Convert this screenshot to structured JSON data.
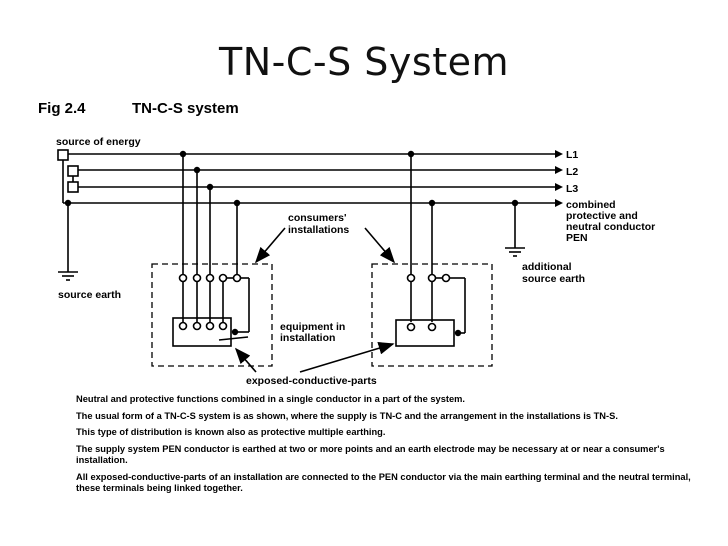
{
  "slide": {
    "title": "TN-C-S  System"
  },
  "figure": {
    "number": "Fig 2.4",
    "caption": "TN-C-S system"
  },
  "labels": {
    "source_energy": "source of energy",
    "source_earth": "source earth",
    "l1": "L1",
    "l2": "L2",
    "l3": "L3",
    "pen_1": "combined",
    "pen_2": "protective and",
    "pen_3": "neutral conductor",
    "pen_4": "PEN",
    "consumers_1": "consumers'",
    "consumers_2": "installations",
    "equip_1": "equipment in",
    "equip_2": "installation",
    "additional_1": "additional",
    "additional_2": "source earth",
    "exposed": "exposed-conductive-parts"
  },
  "notes": [
    "Neutral and protective functions combined in a single conductor in a part of the system.",
    "The usual form of a TN-C-S system is as shown, where the supply is TN-C and the arrangement in the installations is TN-S.",
    "This type of distribution is known also as protective multiple earthing.",
    "The supply system PEN conductor is earthed at two or more points and an earth electrode may be necessary at or near a consumer's installation.",
    "All exposed-conductive-parts of an installation are connected to the PEN conductor via the main earthing terminal and the neutral terminal, these terminals being linked together."
  ]
}
